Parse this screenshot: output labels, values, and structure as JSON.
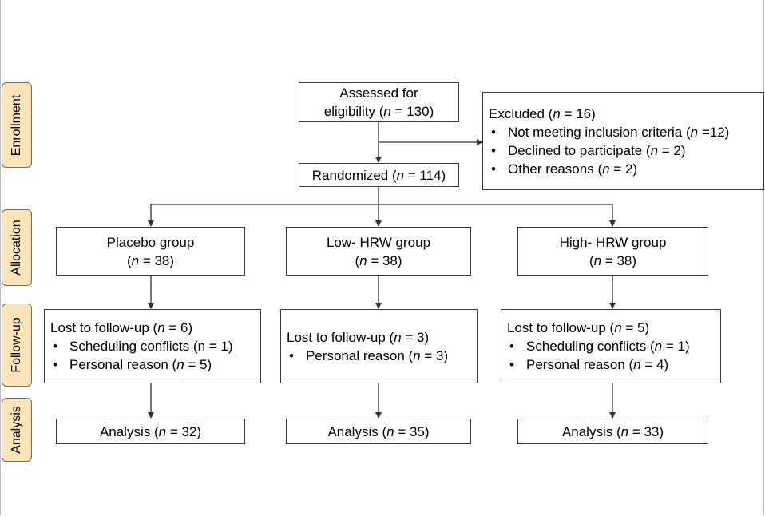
{
  "stages": {
    "enrollment": "Enrollment",
    "allocation": "Allocation",
    "followup": "Follow-up",
    "analysis": "Analysis"
  },
  "assessed": {
    "line1": "Assessed for",
    "line2_pre": "eligibility (",
    "n": "n",
    "line2_post": " = 130)"
  },
  "excluded": {
    "title_pre": "Excluded  (",
    "title_post": " = 16)",
    "items": [
      {
        "pre": "Not meeting inclusion criteria (",
        "post": " =12)"
      },
      {
        "pre": "Declined to participate (",
        "post": " = 2)"
      },
      {
        "pre": "Other reasons (",
        "post": " = 2)"
      }
    ]
  },
  "randomized": {
    "pre": "Randomized (",
    "post": " = 114)"
  },
  "groups": [
    {
      "name": "Placebo group",
      "count_pre": "(",
      "count_post": " = 38)"
    },
    {
      "name": "Low- HRW group",
      "count_pre": "(",
      "count_post": " = 38)"
    },
    {
      "name": "High- HRW group",
      "count_pre": "(",
      "count_post": " = 38)"
    }
  ],
  "followup": [
    {
      "title_pre": "Lost to follow-up (",
      "title_post": " = 6)",
      "items": [
        {
          "pre": "Scheduling conflicts (n = 1)",
          "post": ""
        },
        {
          "pre": "Personal reason (",
          "post": " = 5)"
        }
      ]
    },
    {
      "title_pre": "Lost to follow-up (",
      "title_post": " = 3)",
      "items": [
        {
          "pre": "Personal reason (",
          "post": " = 3)"
        }
      ]
    },
    {
      "title_pre": "Lost to follow-up (",
      "title_post": " = 5)",
      "items": [
        {
          "pre": "Scheduling conflicts  (",
          "post": " = 1)"
        },
        {
          "pre": "Personal reason (",
          "post": " = 4)"
        }
      ]
    }
  ],
  "analysis": [
    {
      "pre": "Analysis (",
      "post": " = 32)"
    },
    {
      "pre": "Analysis (",
      "post": " = 35)"
    },
    {
      "pre": "Analysis (",
      "post": " = 33)"
    }
  ],
  "n_symbol": "n"
}
